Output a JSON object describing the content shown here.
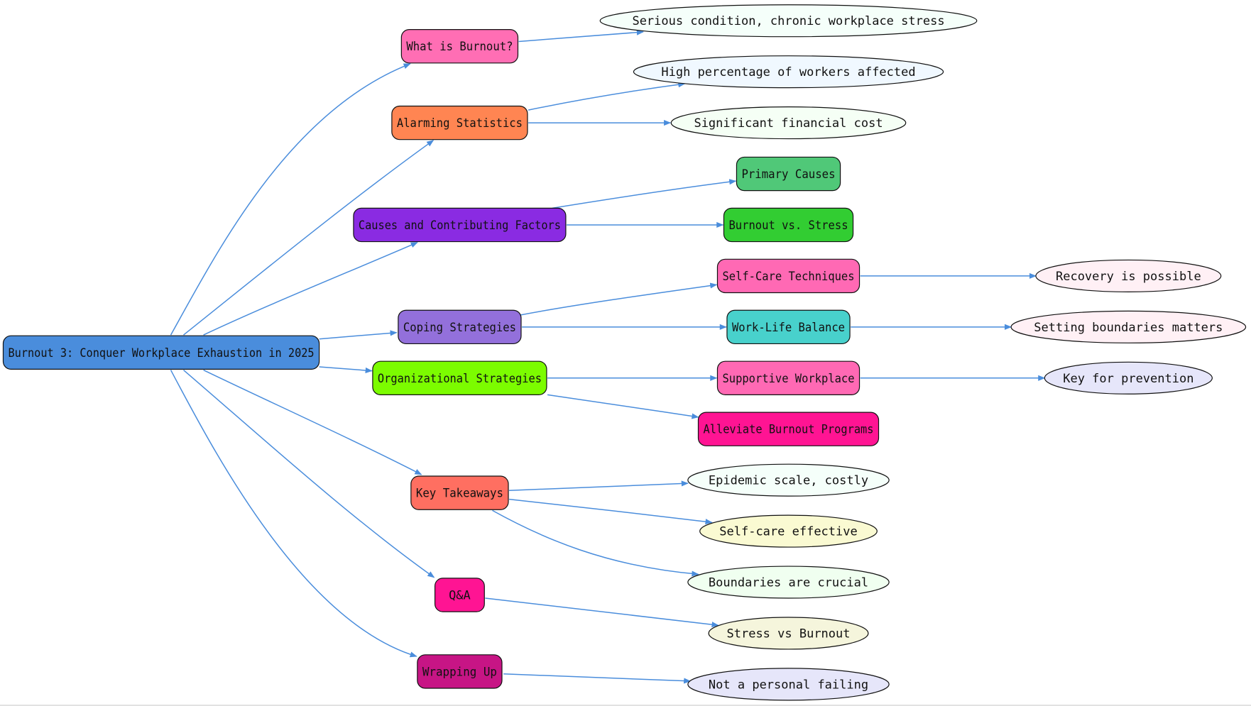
{
  "diagram": {
    "edge_color": "#4a8ddc",
    "nodes": [
      {
        "id": "root",
        "label": "Burnout 3: Conquer Workplace Exhaustion in 2025",
        "shape": "box",
        "fill": "#4a8ddc"
      },
      {
        "id": "what",
        "label": "What is Burnout?",
        "shape": "box",
        "fill": "#ff6eb4"
      },
      {
        "id": "stats",
        "label": "Alarming Statistics",
        "shape": "box",
        "fill": "#ff8552"
      },
      {
        "id": "causes",
        "label": "Causes and Contributing Factors",
        "shape": "box",
        "fill": "#8a2be2"
      },
      {
        "id": "coping",
        "label": "Coping Strategies",
        "shape": "box",
        "fill": "#9370db"
      },
      {
        "id": "org",
        "label": "Organizational Strategies",
        "shape": "box",
        "fill": "#7cfc00"
      },
      {
        "id": "takeaways",
        "label": "Key Takeaways",
        "shape": "box",
        "fill": "#ff6f61"
      },
      {
        "id": "qa",
        "label": "Q&A",
        "shape": "box",
        "fill": "#ff1493"
      },
      {
        "id": "wrap",
        "label": "Wrapping Up",
        "shape": "box",
        "fill": "#c71585"
      },
      {
        "id": "serious",
        "label": "Serious condition, chronic workplace stress",
        "shape": "ellipse",
        "fill": "#f5fffa"
      },
      {
        "id": "highpct",
        "label": "High percentage of workers affected",
        "shape": "ellipse",
        "fill": "#f0f8ff"
      },
      {
        "id": "fincost",
        "label": "Significant financial cost",
        "shape": "ellipse",
        "fill": "#f5fff5"
      },
      {
        "id": "primary",
        "label": "Primary Causes",
        "shape": "box",
        "fill": "#50c878"
      },
      {
        "id": "vsstress",
        "label": "Burnout vs. Stress",
        "shape": "box",
        "fill": "#32cd32"
      },
      {
        "id": "selfcare",
        "label": "Self-Care Techniques",
        "shape": "box",
        "fill": "#ff69b4"
      },
      {
        "id": "worklife",
        "label": "Work-Life Balance",
        "shape": "box",
        "fill": "#48d1cc"
      },
      {
        "id": "supportive",
        "label": "Supportive Workplace",
        "shape": "box",
        "fill": "#ff69b4"
      },
      {
        "id": "alleviate",
        "label": "Alleviate Burnout Programs",
        "shape": "box",
        "fill": "#ff1493"
      },
      {
        "id": "recovery",
        "label": "Recovery is possible",
        "shape": "ellipse",
        "fill": "#fff0f5"
      },
      {
        "id": "boundaries",
        "label": "Setting boundaries matters",
        "shape": "ellipse",
        "fill": "#fff0f5"
      },
      {
        "id": "keyprev",
        "label": "Key for prevention",
        "shape": "ellipse",
        "fill": "#e6e6fa"
      },
      {
        "id": "epidemic",
        "label": "Epidemic scale, costly",
        "shape": "ellipse",
        "fill": "#f5fffa"
      },
      {
        "id": "selfcareeff",
        "label": "Self-care effective",
        "shape": "ellipse",
        "fill": "#fafad2"
      },
      {
        "id": "crucial",
        "label": "Boundaries are crucial",
        "shape": "ellipse",
        "fill": "#f0fff0"
      },
      {
        "id": "stressvs",
        "label": "Stress vs Burnout",
        "shape": "ellipse",
        "fill": "#f5f5dc"
      },
      {
        "id": "notfailing",
        "label": "Not a personal failing",
        "shape": "ellipse",
        "fill": "#e6e6fa"
      }
    ],
    "edges": [
      {
        "from": "root",
        "to": "what"
      },
      {
        "from": "root",
        "to": "stats"
      },
      {
        "from": "root",
        "to": "causes"
      },
      {
        "from": "root",
        "to": "coping"
      },
      {
        "from": "root",
        "to": "org"
      },
      {
        "from": "root",
        "to": "takeaways"
      },
      {
        "from": "root",
        "to": "qa"
      },
      {
        "from": "root",
        "to": "wrap"
      },
      {
        "from": "what",
        "to": "serious"
      },
      {
        "from": "stats",
        "to": "highpct"
      },
      {
        "from": "stats",
        "to": "fincost"
      },
      {
        "from": "causes",
        "to": "primary"
      },
      {
        "from": "causes",
        "to": "vsstress"
      },
      {
        "from": "coping",
        "to": "selfcare"
      },
      {
        "from": "coping",
        "to": "worklife"
      },
      {
        "from": "selfcare",
        "to": "recovery"
      },
      {
        "from": "worklife",
        "to": "boundaries"
      },
      {
        "from": "org",
        "to": "supportive"
      },
      {
        "from": "org",
        "to": "alleviate"
      },
      {
        "from": "supportive",
        "to": "keyprev"
      },
      {
        "from": "takeaways",
        "to": "epidemic"
      },
      {
        "from": "takeaways",
        "to": "selfcareeff"
      },
      {
        "from": "takeaways",
        "to": "crucial"
      },
      {
        "from": "qa",
        "to": "stressvs"
      },
      {
        "from": "wrap",
        "to": "notfailing"
      }
    ]
  }
}
